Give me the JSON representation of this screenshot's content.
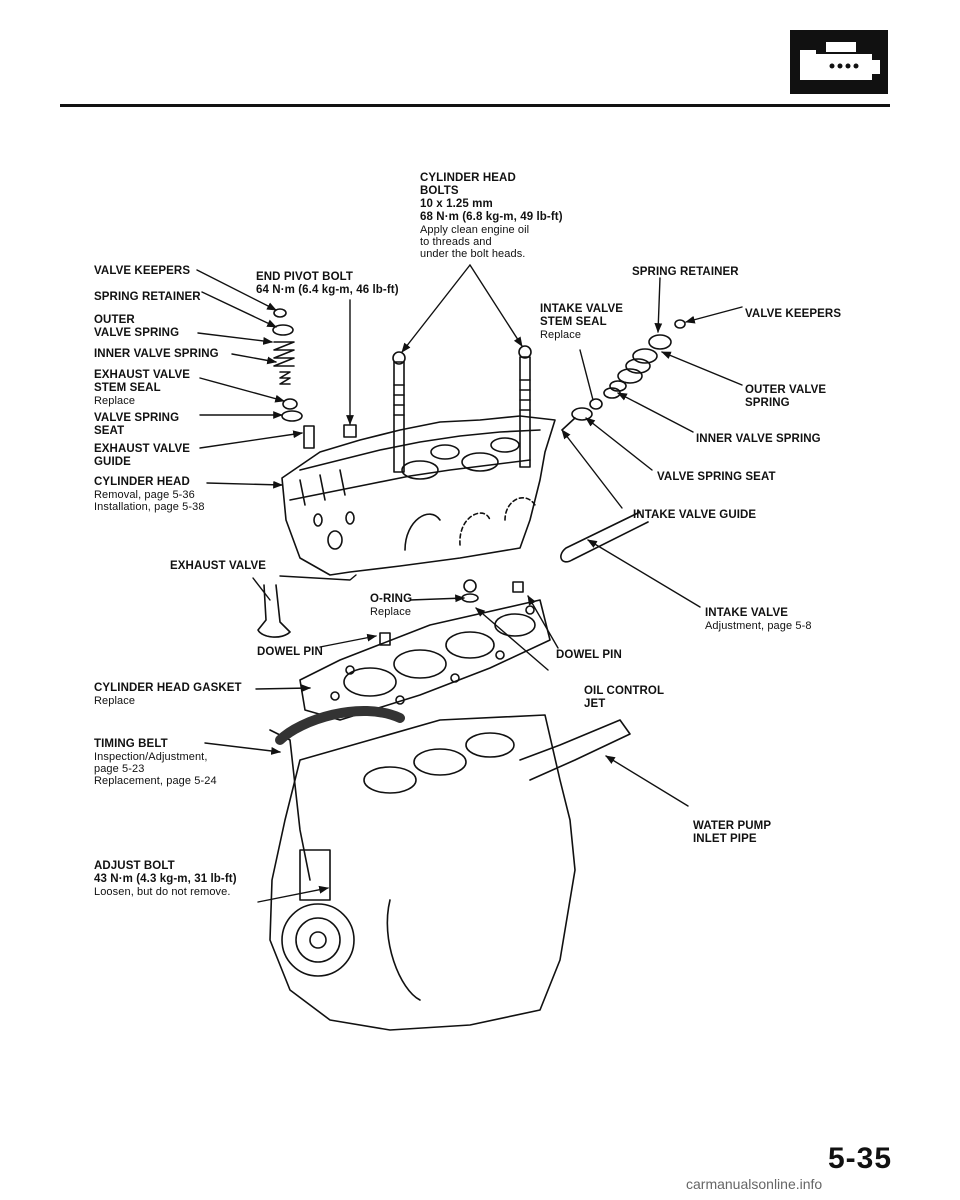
{
  "page": {
    "number": "5-35",
    "watermark": "carmanualsonline.info",
    "section_icon": "engine-icon"
  },
  "labels": {
    "cylinder_head_bolts": {
      "title": [
        "CYLINDER HEAD",
        "BOLTS",
        "10 x 1.25 mm",
        "68 N·m (6.8 kg-m, 49 lb-ft)"
      ],
      "note": [
        "Apply clean engine oil",
        "to threads and",
        "under the bolt heads."
      ]
    },
    "end_pivot_bolt": {
      "title": [
        "END PIVOT BOLT",
        "64 N·m (6.4 kg-m, 46 lb-ft)"
      ]
    },
    "spring_retainer_right": {
      "title": [
        "SPRING RETAINER"
      ]
    },
    "valve_keepers_left": {
      "title": [
        "VALVE KEEPERS"
      ]
    },
    "spring_retainer_left": {
      "title": [
        "SPRING RETAINER"
      ]
    },
    "outer_valve_spring_left": {
      "title": [
        "OUTER",
        "VALVE SPRING"
      ]
    },
    "inner_valve_spring_left": {
      "title": [
        "INNER VALVE SPRING"
      ]
    },
    "exhaust_valve_stem_seal": {
      "title": [
        "EXHAUST VALVE",
        "STEM SEAL"
      ],
      "note": [
        "Replace"
      ]
    },
    "valve_spring_seat_left": {
      "title": [
        "VALVE SPRING",
        "SEAT"
      ]
    },
    "exhaust_valve_guide": {
      "title": [
        "EXHAUST VALVE",
        "GUIDE"
      ]
    },
    "cylinder_head": {
      "title": [
        "CYLINDER HEAD"
      ],
      "note": [
        "Removal, page 5-36",
        "Installation, page 5-38"
      ]
    },
    "intake_valve_stem_seal": {
      "title": [
        "INTAKE VALVE",
        "STEM SEAL"
      ],
      "note": [
        "Replace"
      ]
    },
    "valve_keepers_right": {
      "title": [
        "VALVE KEEPERS"
      ]
    },
    "outer_valve_spring_right": {
      "title": [
        "OUTER VALVE",
        "SPRING"
      ]
    },
    "inner_valve_spring_right": {
      "title": [
        "INNER VALVE SPRING"
      ]
    },
    "valve_spring_seat_right": {
      "title": [
        "VALVE SPRING SEAT"
      ]
    },
    "intake_valve_guide": {
      "title": [
        "INTAKE VALVE GUIDE"
      ]
    },
    "exhaust_valve": {
      "title": [
        "EXHAUST VALVE"
      ]
    },
    "o_ring": {
      "title": [
        "O-RING"
      ],
      "note": [
        "Replace"
      ]
    },
    "intake_valve": {
      "title": [
        "INTAKE VALVE"
      ],
      "note": [
        "Adjustment, page 5-8"
      ]
    },
    "dowel_pin_left": {
      "title": [
        "DOWEL PIN"
      ]
    },
    "dowel_pin_right": {
      "title": [
        "DOWEL PIN"
      ]
    },
    "cylinder_head_gasket": {
      "title": [
        "CYLINDER HEAD GASKET"
      ],
      "note": [
        "Replace"
      ]
    },
    "oil_control_jet": {
      "title": [
        "OIL CONTROL",
        "JET"
      ]
    },
    "timing_belt": {
      "title": [
        "TIMING BELT"
      ],
      "note": [
        "Inspection/Adjustment,",
        "page 5-23",
        "Replacement, page 5-24"
      ]
    },
    "water_pump_inlet_pipe": {
      "title": [
        "WATER PUMP",
        "INLET PIPE"
      ]
    },
    "adjust_bolt": {
      "title": [
        "ADJUST BOLT",
        "43 N·m (4.3 kg-m, 31 lb-ft)"
      ],
      "note": [
        "Loosen, but do not remove."
      ]
    }
  }
}
